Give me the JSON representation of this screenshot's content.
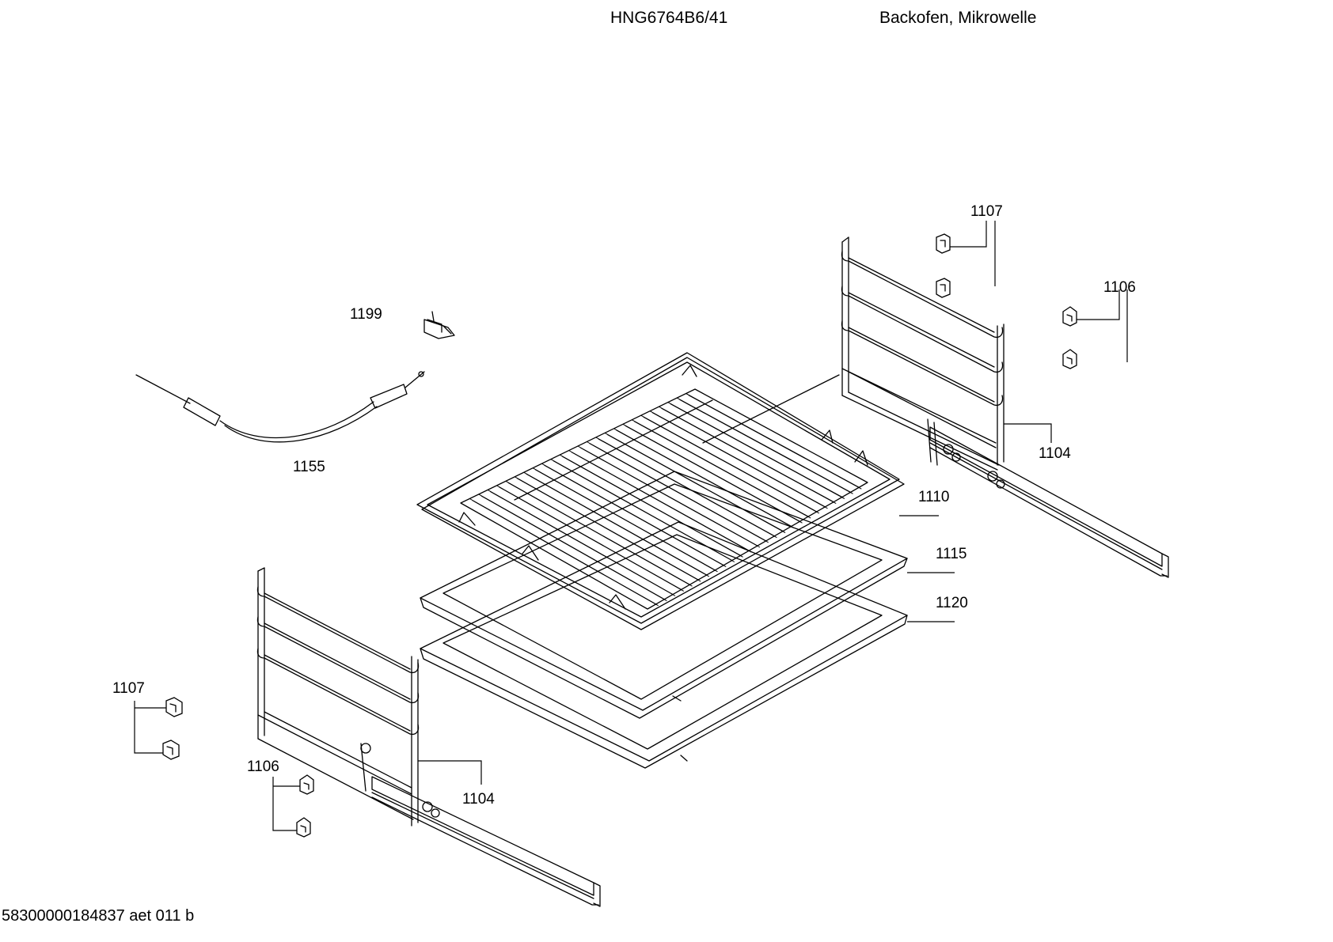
{
  "header": {
    "model": "HNG6764B6/41",
    "description": "Backofen, Mikrowelle"
  },
  "footer": {
    "doc_id": "58300000184837 aet 011 b"
  },
  "parts": [
    {
      "key": "p1107_right",
      "number": "1107"
    },
    {
      "key": "p1106_right",
      "number": "1106"
    },
    {
      "key": "p1199",
      "number": "1199"
    },
    {
      "key": "p1155",
      "number": "1155"
    },
    {
      "key": "p1104_right",
      "number": "1104"
    },
    {
      "key": "p1110",
      "number": "1110"
    },
    {
      "key": "p1115",
      "number": "1115"
    },
    {
      "key": "p1120",
      "number": "1120"
    },
    {
      "key": "p1107_left",
      "number": "1107"
    },
    {
      "key": "p1106_left",
      "number": "1106"
    },
    {
      "key": "p1104_left",
      "number": "1104"
    }
  ]
}
